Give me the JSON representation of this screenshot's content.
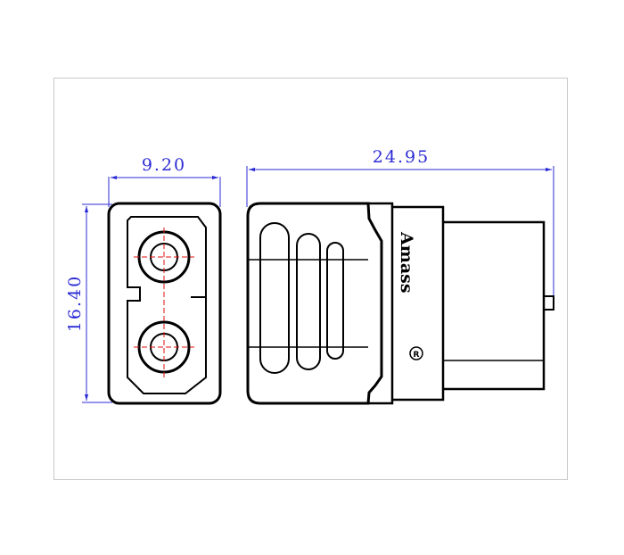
{
  "drawing": {
    "dimension_width": "9.20",
    "dimension_height": "16.40",
    "dimension_length": "24.95",
    "brand_mark": "Amass",
    "registered_mark": "R"
  },
  "colors": {
    "dimension_line": "#2b2bd6",
    "outline": "#000000",
    "centerline": "#e01010",
    "frame": "#c9c9c9"
  }
}
